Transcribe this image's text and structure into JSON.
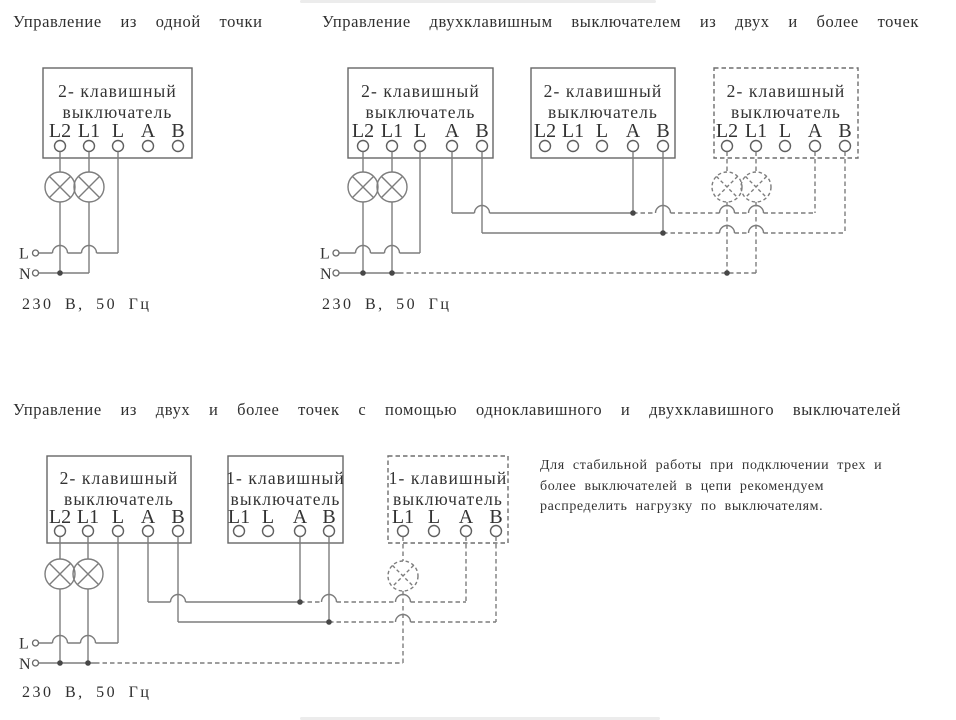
{
  "colors": {
    "background": "#ffffff",
    "line": "#7d7d7d",
    "text": "#3a3a3a"
  },
  "d1": {
    "title": "Управление из одной точки",
    "box": {
      "l1": "2- клавишный",
      "l2": "выключатель",
      "t": [
        "L2",
        "L1",
        "L",
        "A",
        "B"
      ]
    },
    "L": "L",
    "N": "N",
    "v": "230 В,  50 Гц"
  },
  "d2": {
    "title": "Управление двухклавишным выключателем из двух и более точек",
    "boxes": [
      {
        "l1": "2- клавишный",
        "l2": "выключатель",
        "t": [
          "L2",
          "L1",
          "L",
          "A",
          "B"
        ]
      },
      {
        "l1": "2- клавишный",
        "l2": "выключатель",
        "t": [
          "L2",
          "L1",
          "L",
          "A",
          "B"
        ]
      },
      {
        "l1": "2- клавишный",
        "l2": "выключатель",
        "t": [
          "L2",
          "L1",
          "L",
          "A",
          "B"
        ]
      }
    ],
    "L": "L",
    "N": "N",
    "v": "230 В,  50 Гц"
  },
  "d3": {
    "title": "Управление из двух и более точек с помощью одноклавишного и двухклавишного выключателей",
    "boxes": [
      {
        "l1": "2- клавишный",
        "l2": "выключатель",
        "t": [
          "L2",
          "L1",
          "L",
          "A",
          "B"
        ]
      },
      {
        "l1": "1- клавишный",
        "l2": "выключатель",
        "t": [
          "L1",
          "L",
          "A",
          "B"
        ]
      },
      {
        "l1": "1- клавишный",
        "l2": "выключатель",
        "t": [
          "L1",
          "L",
          "A",
          "B"
        ]
      }
    ],
    "L": "L",
    "N": "N",
    "v": "230 В,  50 Гц",
    "note": [
      "Для  стабильной  работы  при  подключении  трех  и",
      "более  выключателей  в  цепи  рекомендуем",
      "распределить  нагрузку  по  выключателям."
    ]
  }
}
